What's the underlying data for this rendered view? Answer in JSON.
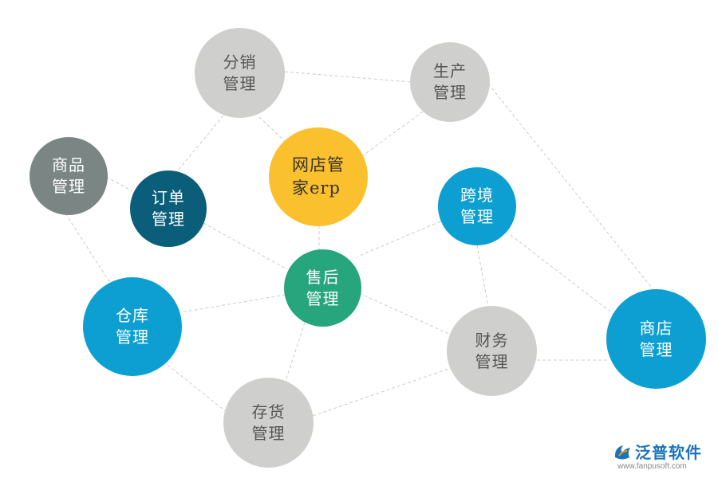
{
  "diagram": {
    "center": {
      "line1": "网店管",
      "line2": "家erp",
      "color": "#fbc02d"
    },
    "nodes": {
      "fenxiao": {
        "line1": "分销",
        "line2": "管理",
        "color": "#cfcfcd"
      },
      "shengchan": {
        "line1": "生产",
        "line2": "管理",
        "color": "#cfcfcd"
      },
      "shangpin": {
        "line1": "商品",
        "line2": "管理",
        "color": "#7a8584"
      },
      "dingdan": {
        "line1": "订单",
        "line2": "管理",
        "color": "#0b5e7a"
      },
      "kuajing": {
        "line1": "跨境",
        "line2": "管理",
        "color": "#0d9fd1"
      },
      "shouhou": {
        "line1": "售后",
        "line2": "管理",
        "color": "#27a57c"
      },
      "cangku": {
        "line1": "仓库",
        "line2": "管理",
        "color": "#0d9fd1"
      },
      "caiwu": {
        "line1": "财务",
        "line2": "管理",
        "color": "#cfcfcd"
      },
      "shangdian": {
        "line1": "商店",
        "line2": "管理",
        "color": "#0d9fd1"
      },
      "cunhuo": {
        "line1": "存货",
        "line2": "管理",
        "color": "#cfcfcd"
      }
    },
    "edge_color": "#cccccc"
  },
  "logo": {
    "name": "泛普软件",
    "url": "www.fanpusoft.com",
    "color": "#1d74bb"
  }
}
